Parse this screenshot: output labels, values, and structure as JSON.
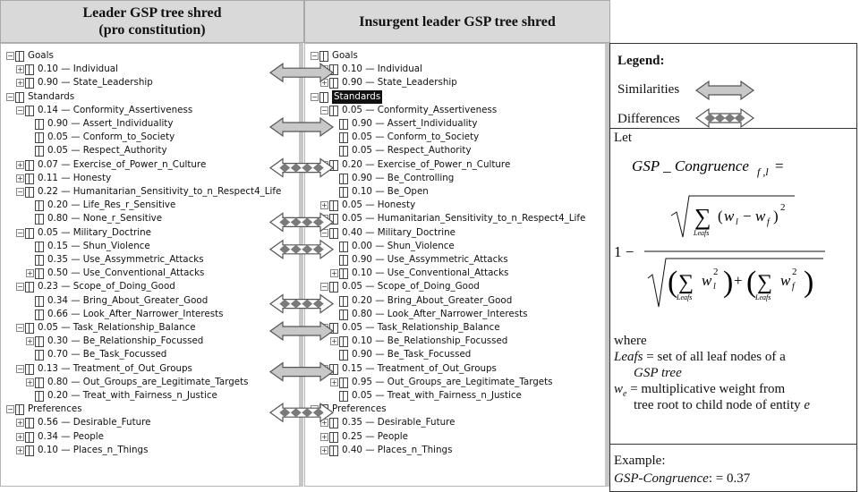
{
  "headers": {
    "left": [
      "Leader GSP tree shred",
      "(pro constitution)"
    ],
    "right": "Insurgent leader GSP tree shred"
  },
  "left_tree": [
    {
      "d": 0,
      "t": "-",
      "label": "Goals"
    },
    {
      "d": 1,
      "t": "+",
      "label": "0.10 — Individual"
    },
    {
      "d": 1,
      "t": "+",
      "label": "0.90 — State_Leadership"
    },
    {
      "d": 0,
      "t": "-",
      "label": "Standards"
    },
    {
      "d": 1,
      "t": "-",
      "label": "0.14 — Conformity_Assertiveness"
    },
    {
      "d": 2,
      "t": "",
      "label": "0.90 — Assert_Individuality"
    },
    {
      "d": 2,
      "t": "",
      "label": "0.05 — Conform_to_Society"
    },
    {
      "d": 2,
      "t": "",
      "label": "0.05 — Respect_Authority"
    },
    {
      "d": 1,
      "t": "+",
      "label": "0.07 — Exercise_of_Power_n_Culture"
    },
    {
      "d": 1,
      "t": "+",
      "label": "0.11 — Honesty"
    },
    {
      "d": 1,
      "t": "-",
      "label": "0.22 — Humanitarian_Sensitivity_to_n_Respect4_Life"
    },
    {
      "d": 2,
      "t": "",
      "label": "0.20 — Life_Res_r_Sensitive"
    },
    {
      "d": 2,
      "t": "",
      "label": "0.80 — None_r_Sensitive"
    },
    {
      "d": 1,
      "t": "-",
      "label": "0.05 — Military_Doctrine"
    },
    {
      "d": 2,
      "t": "",
      "label": "0.15 — Shun_Violence"
    },
    {
      "d": 2,
      "t": "",
      "label": "0.35 — Use_Assymmetric_Attacks"
    },
    {
      "d": 2,
      "t": "+",
      "label": "0.50 — Use_Conventional_Attacks"
    },
    {
      "d": 1,
      "t": "-",
      "label": "0.23 — Scope_of_Doing_Good"
    },
    {
      "d": 2,
      "t": "",
      "label": "0.34 — Bring_About_Greater_Good"
    },
    {
      "d": 2,
      "t": "",
      "label": "0.66 — Look_After_Narrower_Interests"
    },
    {
      "d": 1,
      "t": "-",
      "label": "0.05 — Task_Relationship_Balance"
    },
    {
      "d": 2,
      "t": "+",
      "label": "0.30 — Be_Relationship_Focussed"
    },
    {
      "d": 2,
      "t": "",
      "label": "0.70 — Be_Task_Focussed"
    },
    {
      "d": 1,
      "t": "-",
      "label": "0.13 — Treatment_of_Out_Groups"
    },
    {
      "d": 2,
      "t": "+",
      "label": "0.80 — Out_Groups_are_Legitimate_Targets"
    },
    {
      "d": 2,
      "t": "",
      "label": "0.20 — Treat_with_Fairness_n_Justice"
    },
    {
      "d": 0,
      "t": "-",
      "label": "Preferences"
    },
    {
      "d": 1,
      "t": "+",
      "label": "0.56 — Desirable_Future"
    },
    {
      "d": 1,
      "t": "+",
      "label": "0.34 — People"
    },
    {
      "d": 1,
      "t": "+",
      "label": "0.10 — Places_n_Things"
    }
  ],
  "right_tree": [
    {
      "d": 0,
      "t": "-",
      "label": "Goals"
    },
    {
      "d": 1,
      "t": "+",
      "label": "0.10 — Individual"
    },
    {
      "d": 1,
      "t": "+",
      "label": "0.90 — State_Leadership"
    },
    {
      "d": 0,
      "t": "-",
      "label": "Standards",
      "hl": true
    },
    {
      "d": 1,
      "t": "-",
      "label": "0.05 — Conformity_Assertiveness"
    },
    {
      "d": 2,
      "t": "",
      "label": "0.90 — Assert_Individuality"
    },
    {
      "d": 2,
      "t": "",
      "label": "0.05 — Conform_to_Society"
    },
    {
      "d": 2,
      "t": "",
      "label": "0.05 — Respect_Authority"
    },
    {
      "d": 1,
      "t": "-",
      "label": "0.20 — Exercise_of_Power_n_Culture"
    },
    {
      "d": 2,
      "t": "",
      "label": "0.90 — Be_Controlling"
    },
    {
      "d": 2,
      "t": "",
      "label": "0.10 — Be_Open"
    },
    {
      "d": 1,
      "t": "+",
      "label": "0.05 — Honesty"
    },
    {
      "d": 1,
      "t": "+",
      "label": "0.05 — Humanitarian_Sensitivity_to_n_Respect4_Life"
    },
    {
      "d": 1,
      "t": "-",
      "label": "0.40 — Military_Doctrine"
    },
    {
      "d": 2,
      "t": "",
      "label": "0.00 — Shun_Violence"
    },
    {
      "d": 2,
      "t": "",
      "label": "0.90 — Use_Assymmetric_Attacks"
    },
    {
      "d": 2,
      "t": "+",
      "label": "0.10 — Use_Conventional_Attacks"
    },
    {
      "d": 1,
      "t": "-",
      "label": "0.05 — Scope_of_Doing_Good"
    },
    {
      "d": 2,
      "t": "",
      "label": "0.20 — Bring_About_Greater_Good"
    },
    {
      "d": 2,
      "t": "",
      "label": "0.80 — Look_After_Narrower_Interests"
    },
    {
      "d": 1,
      "t": "-",
      "label": "0.05 — Task_Relationship_Balance"
    },
    {
      "d": 2,
      "t": "+",
      "label": "0.10 — Be_Relationship_Focussed"
    },
    {
      "d": 2,
      "t": "",
      "label": "0.90 — Be_Task_Focussed"
    },
    {
      "d": 1,
      "t": "-",
      "label": "0.15 — Treatment_of_Out_Groups"
    },
    {
      "d": 2,
      "t": "+",
      "label": "0.95 — Out_Groups_are_Legitimate_Targets"
    },
    {
      "d": 2,
      "t": "",
      "label": "0.05 — Treat_with_Fairness_n_Justice"
    },
    {
      "d": 0,
      "t": "-",
      "label": "Preferences"
    },
    {
      "d": 1,
      "t": "+",
      "label": "0.35 — Desirable_Future"
    },
    {
      "d": 1,
      "t": "+",
      "label": "0.25 — People"
    },
    {
      "d": 1,
      "t": "+",
      "label": "0.40 — Places_n_Things"
    }
  ],
  "arrows": [
    {
      "row": 1,
      "kind": "similar"
    },
    {
      "row": 5,
      "kind": "similar"
    },
    {
      "row": 8,
      "kind": "different"
    },
    {
      "row": 12,
      "kind": "different"
    },
    {
      "row": 14,
      "kind": "different"
    },
    {
      "row": 18,
      "kind": "different"
    },
    {
      "row": 20,
      "kind": "similar"
    },
    {
      "row": 23,
      "kind": "similar"
    },
    {
      "row": 26,
      "kind": "different"
    }
  ],
  "legend": {
    "title": "Legend:",
    "similarities": "Similarities",
    "differences": "Differences",
    "let": "Let",
    "where": "where",
    "leafs_def_a": "Leafs",
    "leafs_def_b": " = set of all leaf nodes of a",
    "leafs_def_c": "GSP tree",
    "we_def_a": "w",
    "we_def_sub": "e",
    "we_def_b": " = multiplicative weight from",
    "we_def_c": "tree root to child node of entity ",
    "we_def_e": "e",
    "example": "Example:",
    "example_value_a": "GSP-Congruence",
    "example_value_b": ": = 0.37"
  },
  "colors": {
    "arrow_fill": "#c8c8c8",
    "arrow_stroke": "#555555",
    "diamond": "#7a7a7a",
    "header_bg": "#d9d9d9"
  }
}
